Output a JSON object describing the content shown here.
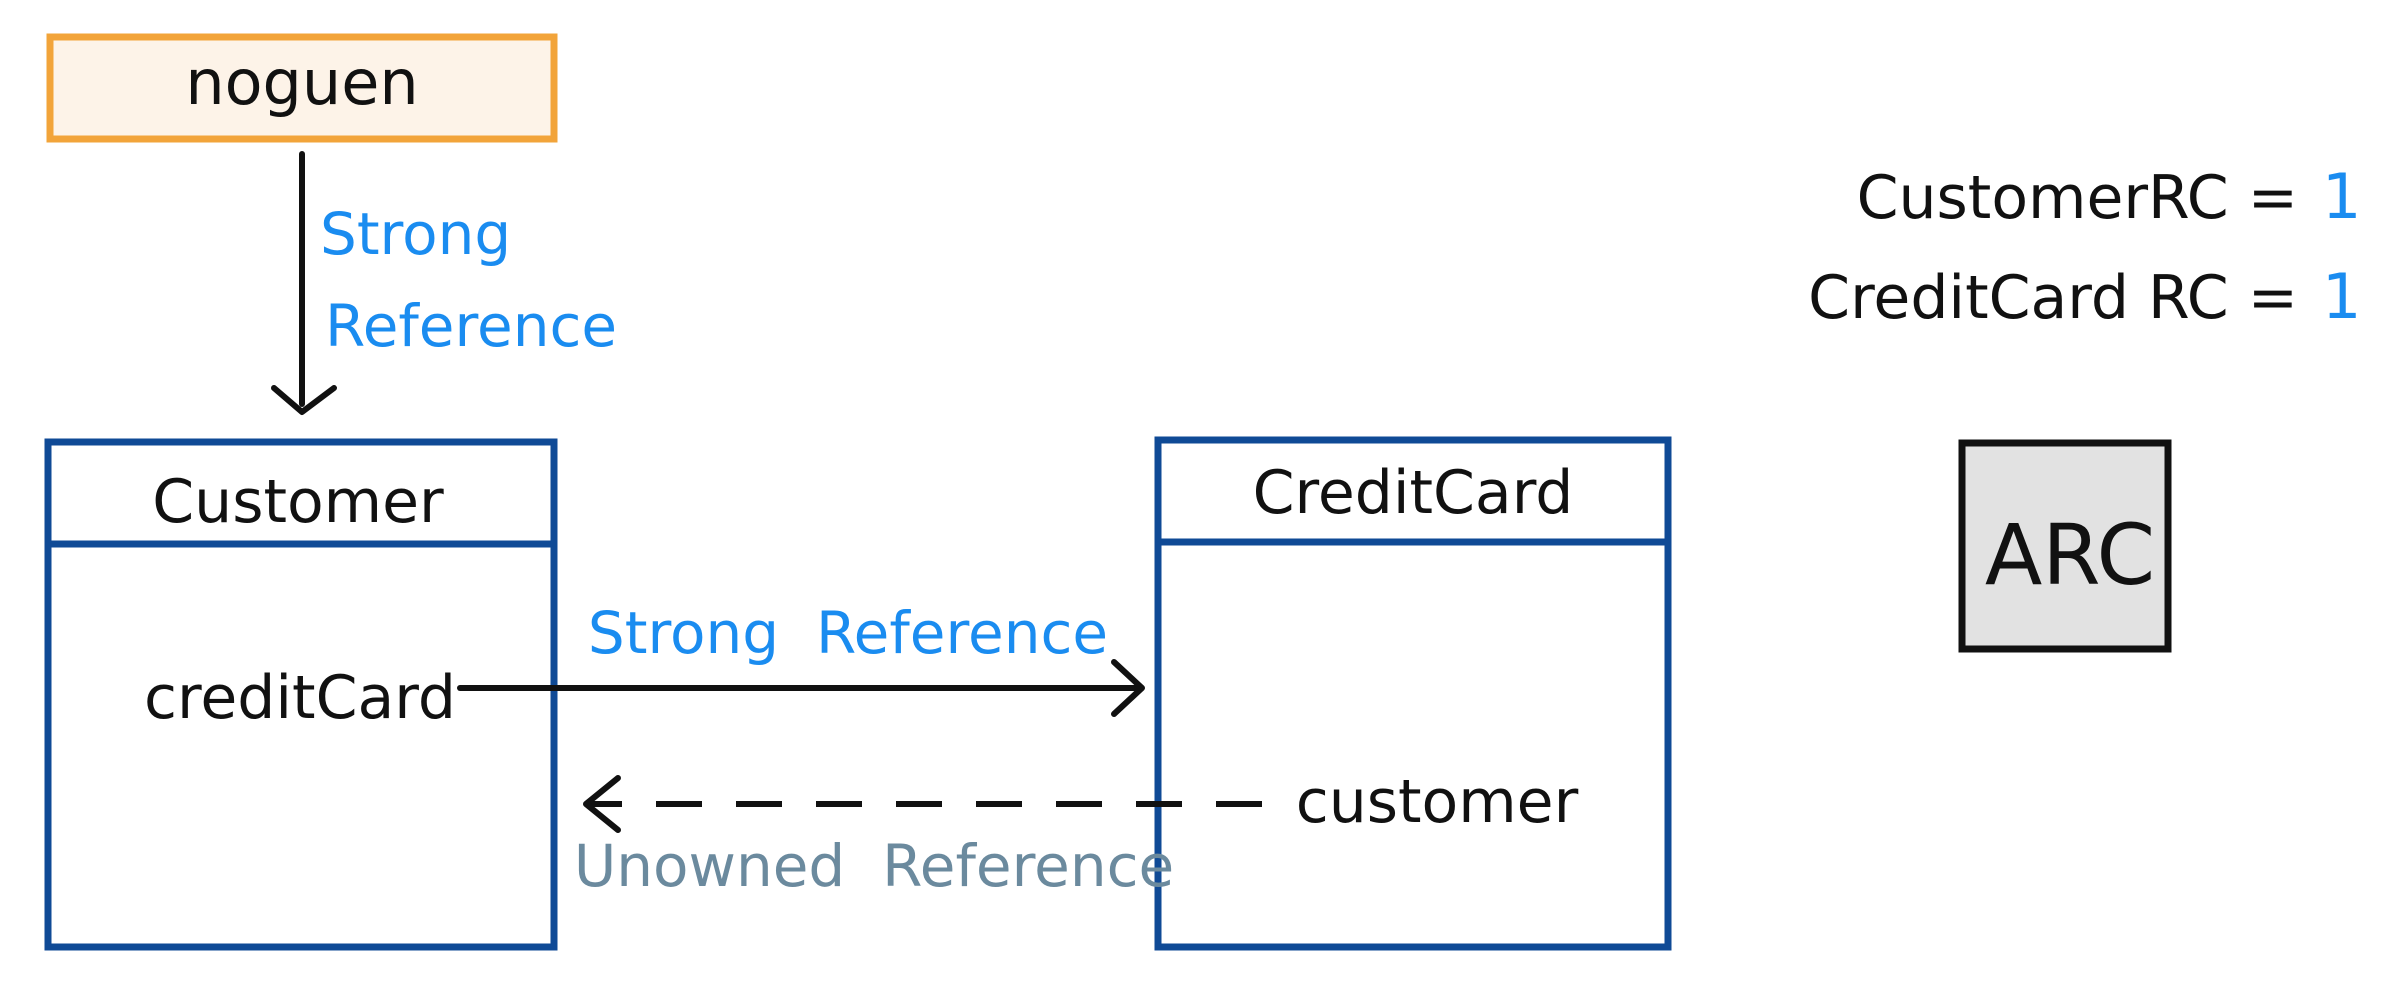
{
  "diagram": {
    "owner_box": {
      "label": "noguen",
      "fill": "#fdf3e8",
      "stroke": "#f2a43a"
    },
    "owner_reference": {
      "line1": "Strong",
      "line2": "Reference",
      "color": "#1a8cf0"
    },
    "customer_class": {
      "title": "Customer",
      "property": "creditCard",
      "stroke": "#0f4a96"
    },
    "creditcard_class": {
      "title": "CreditCard",
      "property": "customer",
      "stroke": "#0f4a96"
    },
    "strong_reference_label": {
      "text": "Strong  Reference",
      "color": "#1a8cf0"
    },
    "unowned_reference_label": {
      "text": "Unowned  Reference",
      "color": "#6b8a9e"
    },
    "ref_counts": {
      "customer_label": "CustomerRC =",
      "customer_value": "1",
      "creditcard_label": "CreditCard RC =",
      "creditcard_value": "1",
      "value_color": "#1a8cf0"
    },
    "arc_box": {
      "label": "ARC",
      "fill": "#e2e2e2",
      "stroke": "#111111"
    }
  }
}
